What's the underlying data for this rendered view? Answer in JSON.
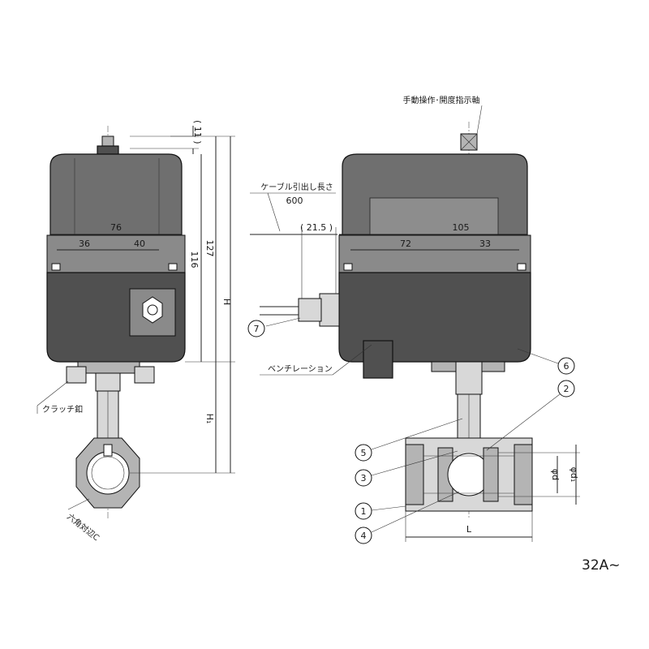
{
  "dimensions": {
    "top_clearance": "( 11 )",
    "width_overall": "76",
    "width_left": "36",
    "width_right": "40",
    "height_116": "116",
    "height_127": "127",
    "height_H": "H",
    "height_H1": "H₁",
    "side_width": "105",
    "side_left": "72",
    "side_right": "33",
    "cable_offset": "( 21.5 )",
    "cable_length_label": "ケーブル引出し長さ",
    "cable_length": "600",
    "port_d": "φd",
    "port_d1": "φd₁",
    "length_L": "L"
  },
  "labels": {
    "manual_shaft": "手動操作･開度指示軸",
    "clutch_pin": "クラッチ釦",
    "hex": "六角対辺C",
    "vent": "ベンチレーション",
    "size": "32A~"
  },
  "callouts": [
    "1",
    "2",
    "3",
    "4",
    "5",
    "6",
    "7"
  ]
}
